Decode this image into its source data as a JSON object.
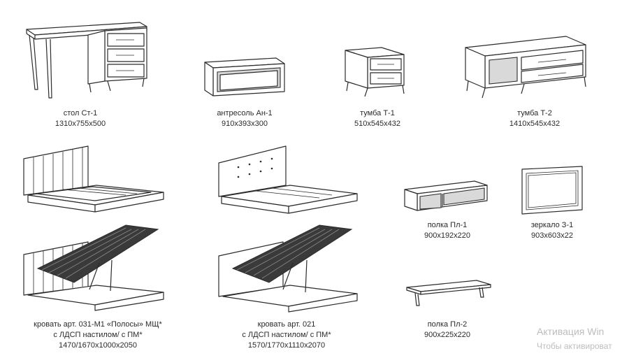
{
  "items": [
    {
      "id": "stol-st1",
      "name": "стол Ст-1",
      "dims": "1310x755x500"
    },
    {
      "id": "antresol-an1",
      "name": "антресоль Ан-1",
      "dims": "910x393x300"
    },
    {
      "id": "tumba-t1",
      "name": "тумба Т-1",
      "dims": "510x545x432"
    },
    {
      "id": "tumba-t2",
      "name": "тумба Т-2",
      "dims": "1410x545x432"
    },
    {
      "id": "polka-pl1",
      "name": "полка Пл-1",
      "dims": "900x192x220"
    },
    {
      "id": "zerkalo-z1",
      "name": "зеркало З-1",
      "dims": "903x603x22"
    },
    {
      "id": "krovat-031",
      "name": "кровать арт. 031-М1 «Полосы» МЩ*",
      "sub": "с ЛДСП настилом/ с ПМ*",
      "dims": "1470/1670x1000x2050"
    },
    {
      "id": "krovat-021",
      "name": "кровать арт. 021",
      "sub": "с ЛДСП настилом/ с ПМ*",
      "dims": "1570/1770x1110x2070"
    },
    {
      "id": "polka-pl2",
      "name": "полка Пл-2",
      "dims": "900x225x220"
    }
  ],
  "watermark": {
    "line1": "Активация Win",
    "line2": "Чтобы активироват"
  }
}
